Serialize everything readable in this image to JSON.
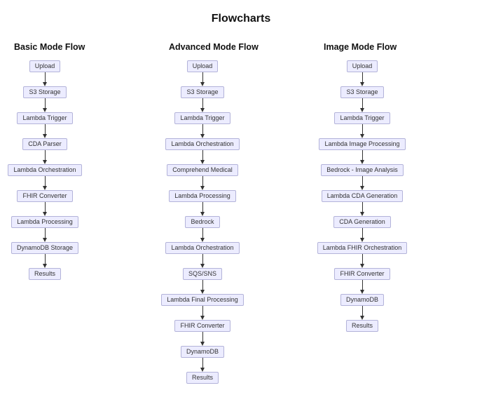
{
  "title": "Flowcharts",
  "colors": {
    "background": "#ffffff",
    "heading_text": "#111111",
    "node_fill": "#ECECFF",
    "node_border": "#b3b3d9",
    "node_text": "#333333",
    "arrow": "#333333"
  },
  "flows": [
    {
      "label": "Basic Mode Flow",
      "nodes": [
        "Upload",
        "S3 Storage",
        "Lambda Trigger",
        "CDA Parser",
        "Lambda Orchestration",
        "FHIR Converter",
        "Lambda Processing",
        "DynamoDB Storage",
        "Results"
      ]
    },
    {
      "label": "Advanced Mode Flow",
      "nodes": [
        "Upload",
        "S3 Storage",
        "Lambda Trigger",
        "Lambda Orchestration",
        "Comprehend Medical",
        "Lambda Processing",
        "Bedrock",
        "Lambda Orchestration",
        "SQS/SNS",
        "Lambda Final Processing",
        "FHIR Converter",
        "DynamoDB",
        "Results"
      ]
    },
    {
      "label": "Image Mode Flow",
      "nodes": [
        "Upload",
        "S3 Storage",
        "Lambda Trigger",
        "Lambda Image Processing",
        "Bedrock - Image Analysis",
        "Lambda CDA Generation",
        "CDA Generation",
        "Lambda FHIR Orchestration",
        "FHIR Converter",
        "DynamoDB",
        "Results"
      ]
    }
  ]
}
